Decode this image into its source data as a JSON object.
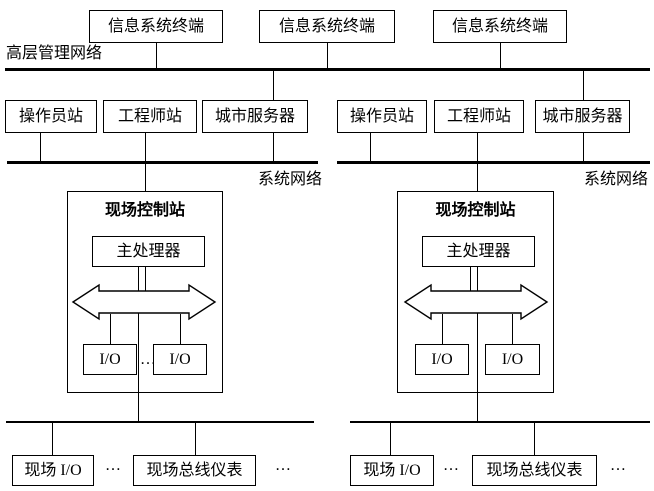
{
  "colors": {
    "line": "#000000",
    "background": "#ffffff"
  },
  "top_row": {
    "terminals": [
      {
        "label": "信息系统终端"
      },
      {
        "label": "信息系统终端"
      },
      {
        "label": "信息系统终端"
      }
    ]
  },
  "management_network": {
    "label": "高层管理网络"
  },
  "left_group": {
    "operator_station": "操作员站",
    "engineer_station": "工程师站",
    "city_server": "城市服务器",
    "system_network_label": "系统网络",
    "controller": {
      "title": "现场控制站",
      "processor": "主处理器",
      "io_left": "I/O",
      "io_right": "I/O",
      "io_ellipsis": "…"
    },
    "field_io": "现场 I/O",
    "field_io_ellipsis": "…",
    "fieldbus_instrument": "现场总线仪表",
    "fieldbus_ellipsis": "…"
  },
  "right_group": {
    "operator_station": "操作员站",
    "engineer_station": "工程师站",
    "city_server": "城市服务器",
    "system_network_label": "系统网络",
    "controller": {
      "title": "现场控制站",
      "processor": "主处理器",
      "io_left": "I/O",
      "io_right": "I/O"
    },
    "field_io": "现场 I/O",
    "field_io_ellipsis": "…",
    "fieldbus_instrument": "现场总线仪表",
    "fieldbus_ellipsis": "…"
  }
}
